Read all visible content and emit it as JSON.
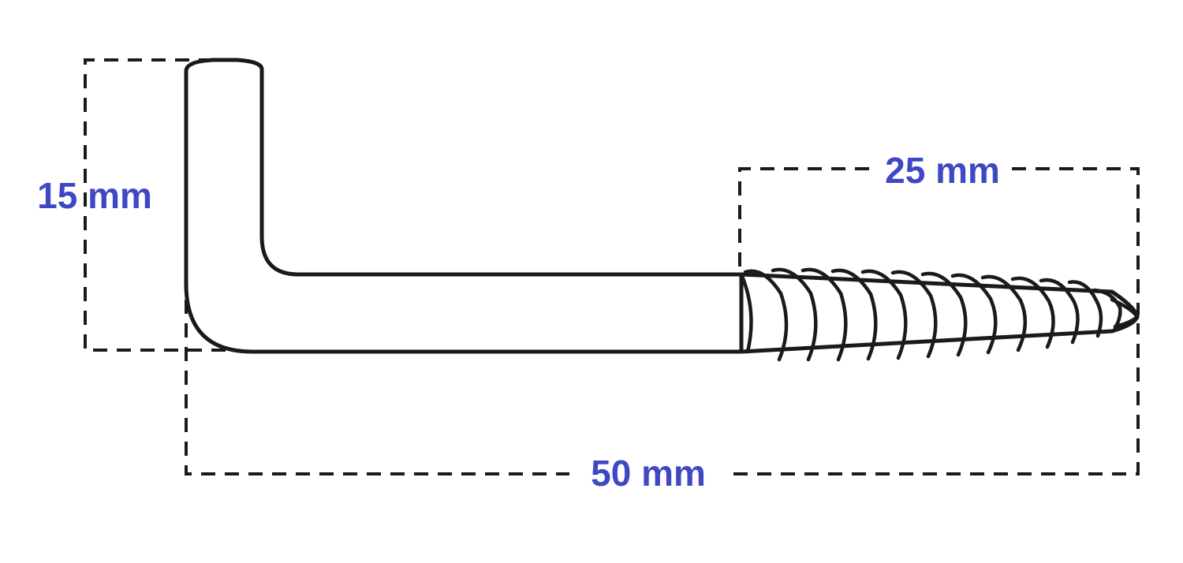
{
  "dimensions": {
    "hook_height": "15 mm",
    "thread_length": "25 mm",
    "total_length": "50 mm"
  },
  "colors": {
    "label": "#3f48c4",
    "line": "#1a1a1a",
    "background": "#ffffff"
  }
}
